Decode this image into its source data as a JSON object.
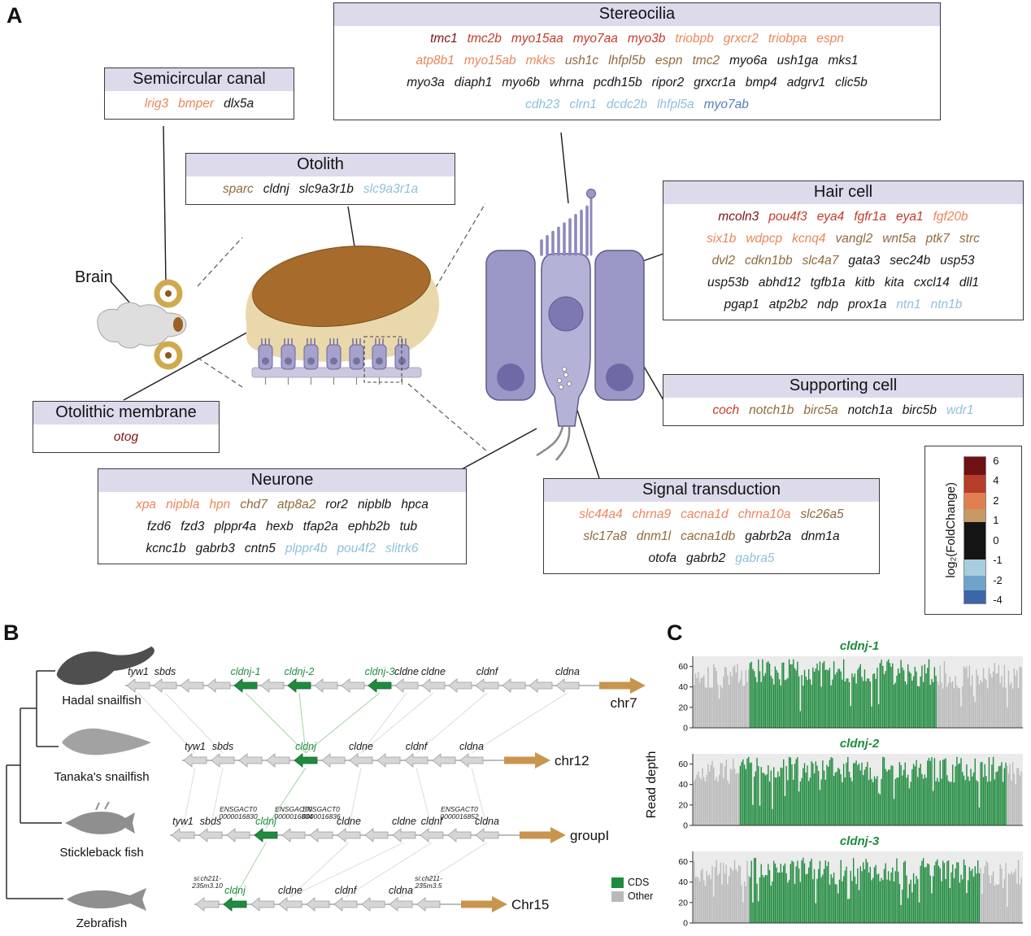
{
  "panelA": {
    "label": "A",
    "brain_label": "Brain",
    "colors": {
      "c6": "#7d1416",
      "c4": "#c13b2b",
      "c2": "#e8875b",
      "c1": "#8f6b3e",
      "c0": "#161616",
      "cm1": "#90c0da",
      "cm2": "#4e7fbb"
    },
    "boxes": {
      "stereocilia": {
        "title": "Stereocilia",
        "rows": [
          [
            [
              "tmc1",
              "c6"
            ],
            [
              "tmc2b",
              "c4"
            ],
            [
              "myo15aa",
              "c4"
            ],
            [
              "myo7aa",
              "c4"
            ],
            [
              "myo3b",
              "c4"
            ],
            [
              "triobpb",
              "c2"
            ],
            [
              "grxcr2",
              "c2"
            ],
            [
              "triobpa",
              "c2"
            ],
            [
              "espn",
              "c2"
            ]
          ],
          [
            [
              "atp8b1",
              "c2"
            ],
            [
              "myo15ab",
              "c2"
            ],
            [
              "mkks",
              "c2"
            ],
            [
              "ush1c",
              "c1"
            ],
            [
              "lhfpl5b",
              "c1"
            ],
            [
              "espn",
              "c1"
            ],
            [
              "tmc2",
              "c1"
            ],
            [
              "myo6a",
              "c0"
            ],
            [
              "ush1ga",
              "c0"
            ],
            [
              "mks1",
              "c0"
            ]
          ],
          [
            [
              "myo3a",
              "c0"
            ],
            [
              "diaph1",
              "c0"
            ],
            [
              "myo6b",
              "c0"
            ],
            [
              "whrna",
              "c0"
            ],
            [
              "pcdh15b",
              "c0"
            ],
            [
              "ripor2",
              "c0"
            ],
            [
              "grxcr1a",
              "c0"
            ],
            [
              "bmp4",
              "c0"
            ],
            [
              "adgrv1",
              "c0"
            ],
            [
              "clic5b",
              "c0"
            ]
          ],
          [
            [
              "cdh23",
              "cm1"
            ],
            [
              "clrn1",
              "cm1"
            ],
            [
              "dcdc2b",
              "cm1"
            ],
            [
              "lhfpl5a",
              "cm1"
            ],
            [
              "myo7ab",
              "cm2"
            ]
          ]
        ]
      },
      "semicircular": {
        "title": "Semicircular canal",
        "rows": [
          [
            [
              "lrig3",
              "c2"
            ],
            [
              "bmper",
              "c2"
            ],
            [
              "dlx5a",
              "c0"
            ]
          ]
        ]
      },
      "otolith": {
        "title": "Otolith",
        "rows": [
          [
            [
              "sparc",
              "c1"
            ],
            [
              "cldnj",
              "c0"
            ],
            [
              "slc9a3r1b",
              "c0"
            ],
            [
              "slc9a3r1a",
              "cm1"
            ]
          ]
        ]
      },
      "haircell": {
        "title": "Hair cell",
        "rows": [
          [
            [
              "mcoln3",
              "c6"
            ],
            [
              "pou4f3",
              "c4"
            ],
            [
              "eya4",
              "c4"
            ],
            [
              "fgfr1a",
              "c4"
            ],
            [
              "eya1",
              "c4"
            ],
            [
              "fgf20b",
              "c2"
            ]
          ],
          [
            [
              "six1b",
              "c2"
            ],
            [
              "wdpcp",
              "c2"
            ],
            [
              "kcnq4",
              "c2"
            ],
            [
              "vangl2",
              "c1"
            ],
            [
              "wnt5a",
              "c1"
            ],
            [
              "ptk7",
              "c1"
            ],
            [
              "strc",
              "c1"
            ]
          ],
          [
            [
              "dvl2",
              "c1"
            ],
            [
              "cdkn1bb",
              "c1"
            ],
            [
              "slc4a7",
              "c1"
            ],
            [
              "gata3",
              "c0"
            ],
            [
              "sec24b",
              "c0"
            ],
            [
              "usp53",
              "c0"
            ]
          ],
          [
            [
              "usp53b",
              "c0"
            ],
            [
              "abhd12",
              "c0"
            ],
            [
              "tgfb1a",
              "c0"
            ],
            [
              "kitb",
              "c0"
            ],
            [
              "kita",
              "c0"
            ],
            [
              "cxcl14",
              "c0"
            ],
            [
              "dll1",
              "c0"
            ]
          ],
          [
            [
              "pgap1",
              "c0"
            ],
            [
              "atp2b2",
              "c0"
            ],
            [
              "ndp",
              "c0"
            ],
            [
              "prox1a",
              "c0"
            ],
            [
              "ntn1",
              "cm1"
            ],
            [
              "ntn1b",
              "cm1"
            ]
          ]
        ]
      },
      "otolithic_membrane": {
        "title": "Otolithic membrane",
        "rows": [
          [
            [
              "otog",
              "c6"
            ]
          ]
        ]
      },
      "supporting": {
        "title": "Supporting cell",
        "rows": [
          [
            [
              "coch",
              "c4"
            ],
            [
              "notch1b",
              "c1"
            ],
            [
              "birc5a",
              "c1"
            ],
            [
              "notch1a",
              "c0"
            ],
            [
              "birc5b",
              "c0"
            ],
            [
              "wdr1",
              "cm1"
            ]
          ]
        ]
      },
      "neurone": {
        "title": "Neurone",
        "rows": [
          [
            [
              "xpa",
              "c2"
            ],
            [
              "nipbla",
              "c2"
            ],
            [
              "hpn",
              "c2"
            ],
            [
              "chd7",
              "c1"
            ],
            [
              "atp8a2",
              "c1"
            ],
            [
              "ror2",
              "c0"
            ],
            [
              "nipblb",
              "c0"
            ],
            [
              "hpca",
              "c0"
            ]
          ],
          [
            [
              "fzd6",
              "c0"
            ],
            [
              "fzd3",
              "c0"
            ],
            [
              "plppr4a",
              "c0"
            ],
            [
              "hexb",
              "c0"
            ],
            [
              "tfap2a",
              "c0"
            ],
            [
              "ephb2b",
              "c0"
            ],
            [
              "tub",
              "c0"
            ]
          ],
          [
            [
              "kcnc1b",
              "c0"
            ],
            [
              "gabrb3",
              "c0"
            ],
            [
              "cntn5",
              "c0"
            ],
            [
              "plppr4b",
              "cm1"
            ],
            [
              "pou4f2",
              "cm1"
            ],
            [
              "slitrk6",
              "cm1"
            ]
          ]
        ]
      },
      "signal": {
        "title": "Signal transduction",
        "rows": [
          [
            [
              "slc44a4",
              "c2"
            ],
            [
              "chrna9",
              "c2"
            ],
            [
              "cacna1d",
              "c2"
            ],
            [
              "chrna10a",
              "c2"
            ],
            [
              "slc26a5",
              "c1"
            ]
          ],
          [
            [
              "slc17a8",
              "c1"
            ],
            [
              "dnm1l",
              "c1"
            ],
            [
              "cacna1db",
              "c1"
            ],
            [
              "gabrb2a",
              "c0"
            ],
            [
              "dnm1a",
              "c0"
            ]
          ],
          [
            [
              "otofa",
              "c0"
            ],
            [
              "gabrb2",
              "c0"
            ],
            [
              "gabra5",
              "cm1"
            ]
          ]
        ]
      }
    },
    "colorbar": {
      "label": "log₂(FoldChange)",
      "ticks": [
        "6",
        "4",
        "2",
        "1",
        "0",
        "-1",
        "-2",
        "-4"
      ],
      "segments": [
        {
          "color": "#6e1112",
          "h": 22
        },
        {
          "color": "#b63d2a",
          "h": 22
        },
        {
          "color": "#e08050",
          "h": 20
        },
        {
          "color": "#c59a66",
          "h": 16
        },
        {
          "color": "#141414",
          "h": 46
        },
        {
          "color": "#a6cede",
          "h": 20
        },
        {
          "color": "#6fa3cb",
          "h": 18
        },
        {
          "color": "#3b66a8",
          "h": 16
        }
      ]
    }
  },
  "panelB": {
    "label": "B",
    "chrom_color": "#c8954e",
    "species": [
      {
        "name": "Hadal snailfish",
        "chrom": "chr7",
        "genes": [
          {
            "label": "tyw1"
          },
          {
            "label": "sbds"
          },
          {
            "label": ""
          },
          {
            "label": ""
          },
          {
            "label": "cldnj-1",
            "green": true
          },
          {
            "label": ""
          },
          {
            "label": "cldnj-2",
            "green": true
          },
          {
            "label": ""
          },
          {
            "label": ""
          },
          {
            "label": "cldnj-3",
            "green": true
          },
          {
            "label": "cldne"
          },
          {
            "label": "cldne"
          },
          {
            "label": ""
          },
          {
            "label": "cldnf"
          },
          {
            "label": ""
          },
          {
            "label": ""
          },
          {
            "label": "cldna"
          }
        ]
      },
      {
        "name": "Tanaka's snailfish",
        "chrom": "chr12",
        "genes": [
          {
            "label": "tyw1"
          },
          {
            "label": "sbds"
          },
          {
            "label": ""
          },
          {
            "label": ""
          },
          {
            "label": "cldnj",
            "green": true
          },
          {
            "label": ""
          },
          {
            "label": "cldne"
          },
          {
            "label": ""
          },
          {
            "label": "cldnf"
          },
          {
            "label": ""
          },
          {
            "label": "cldna"
          }
        ]
      },
      {
        "name": "Stickleback fish",
        "chrom": "groupI",
        "genes": [
          {
            "label": "tyw1"
          },
          {
            "label": "sbds"
          },
          {
            "label": "ENSGACT0|0000016830"
          },
          {
            "label": "cldnj",
            "green": true
          },
          {
            "label": "ENSGACT0|0000016834"
          },
          {
            "label": "ENSGACT0|0000016836"
          },
          {
            "label": "cldne"
          },
          {
            "label": ""
          },
          {
            "label": "cldne"
          },
          {
            "label": "cldnf"
          },
          {
            "label": "ENSGACT0|0000016852"
          },
          {
            "label": "cldna"
          }
        ]
      },
      {
        "name": "Zebrafish",
        "chrom": "Chr15",
        "genes": [
          {
            "label": "si:ch211-|235m3.10"
          },
          {
            "label": "cldnj",
            "green": true
          },
          {
            "label": ""
          },
          {
            "label": "cldne"
          },
          {
            "label": ""
          },
          {
            "label": "cldnf"
          },
          {
            "label": ""
          },
          {
            "label": "cldna"
          },
          {
            "label": "si:ch211-|235m3.5"
          }
        ]
      }
    ]
  },
  "panelC": {
    "label": "C",
    "ylabel": "Read depth",
    "title_color": "#1f8b3e",
    "legend": [
      {
        "label": "CDS",
        "color": "#1f8b3e"
      },
      {
        "label": "Other",
        "color": "#b9b9b9"
      }
    ]
  },
  "chart_data": [
    {
      "type": "bar",
      "title": "cldnj-1",
      "ylabel": "Read depth",
      "ylim": [
        0,
        70
      ],
      "yticks": [
        0,
        20,
        40,
        60
      ],
      "n_bars": 235,
      "cds_region": [
        0.17,
        0.74
      ],
      "depth_range": [
        38,
        66
      ],
      "dip_prob": 0.06,
      "seed": 101,
      "series_colors": {
        "cds": "#1f8b3e",
        "other": "#b9b9b9"
      },
      "plot_bg": "#ebebeb",
      "grid": false
    },
    {
      "type": "bar",
      "title": "cldnj-2",
      "ylabel": "Read depth",
      "ylim": [
        0,
        70
      ],
      "yticks": [
        0,
        20,
        40,
        60
      ],
      "n_bars": 235,
      "cds_region": [
        0.14,
        0.95
      ],
      "depth_range": [
        40,
        66
      ],
      "dip_prob": 0.06,
      "seed": 202,
      "series_colors": {
        "cds": "#1f8b3e",
        "other": "#b9b9b9"
      },
      "plot_bg": "#ebebeb",
      "grid": false
    },
    {
      "type": "bar",
      "title": "cldnj-3",
      "ylabel": "Read depth",
      "ylim": [
        0,
        70
      ],
      "yticks": [
        0,
        20,
        40,
        60
      ],
      "n_bars": 235,
      "cds_region": [
        0.17,
        0.87
      ],
      "depth_range": [
        36,
        62
      ],
      "dip_prob": 0.1,
      "seed": 303,
      "series_colors": {
        "cds": "#1f8b3e",
        "other": "#b9b9b9"
      },
      "plot_bg": "#ebebeb",
      "grid": false
    }
  ]
}
